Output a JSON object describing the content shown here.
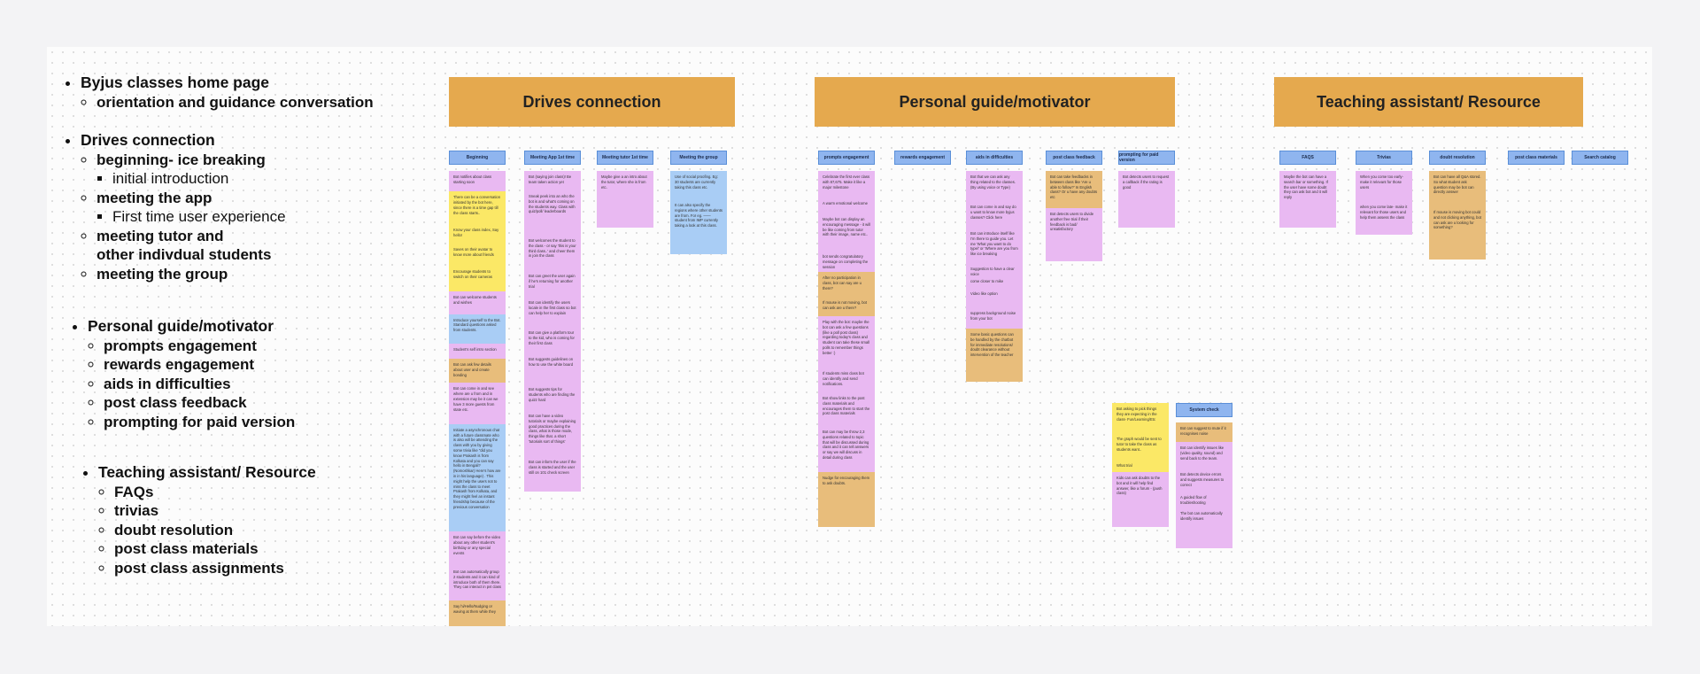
{
  "outline": {
    "s1": {
      "title": "Byjus classes home page",
      "sub": [
        "orientation and guidance conversation"
      ]
    },
    "s2": {
      "title": "Drives connection",
      "i1": "beginning- ice breaking",
      "i1a": "initial introduction",
      "i2": "meeting the app",
      "i2a": "First time user experience",
      "i3": "meeting tutor and",
      "i3b": "other indivdual students",
      "i4": "meeting the group"
    },
    "s3": {
      "title": "Personal guide/motivator",
      "items": [
        "prompts engagement",
        "rewards engagement",
        "aids in difficulties",
        "post class feedback",
        "prompting for paid version"
      ]
    },
    "s4": {
      "title": "Teaching assistant/ Resource",
      "items": [
        "FAQs",
        "trivias",
        "doubt resolution",
        "post class materials",
        "post class assignments"
      ]
    }
  },
  "banners": [
    "Drives connection",
    "Personal guide/motivator",
    "Teaching assistant/ Resource"
  ],
  "headers": [
    "Beginning",
    "Meeting App 1st time",
    "Meeting tutor 1st time",
    "Meeting the group",
    "prompts engagement",
    "rewards engagement",
    "aids in difficulties",
    "post class feedback",
    "prompting for paid version",
    "System check",
    "FAQS",
    "Trivias",
    "doubt resolution",
    "post class materials",
    "Search catalog"
  ],
  "notes": {
    "c1": [
      "Bot notifies about class starting soon",
      "There can be a conversation initiated by the bot here, since there is a time gap till the class starts..",
      "Know your class index, Say hello!",
      "Saves on their avatar to know more about friends",
      "Encourage students to switch on their cameras",
      "Bot can welcome students and wishes",
      "Introduce yourself to the Bot. Standard questions asked from students.",
      "Student's self intro section",
      "Bot can ask few details about user and create bonding",
      "Bot can come in and see where are u from and in extension may be it can we have 3 more guests from state etc.",
      "Initiate a asynchronous chat with a future classmate who is also will be attending the class with you  by giving some trivia like \"did you know Prakash is from Kolkata and you can say hello in Bengali? (Nomoshkar) Here's how are in in his language) . This might help the users not to miss the class to meet Prakash from Kolkata, and they might feel an instant friendship because of the previous conversation",
      "Bot can say before the video about any other student's birthday or any special events",
      "Bot can automatically group 2 students and it can kind of introduce both of them there. They can interact in pvt class",
      "Say hi/Hello/Nudging or waving at them while they"
    ],
    "c2": [
      "Bot (saying join class)! Be team taken action yet",
      "Sneak peek into an who the bot is and what's coming on the students way. Class with quiz/poll/ leaderboards",
      "Bot welcomes the student to the class - or say 'this is your third class..' and cheer them in join the class",
      "Bot can greet the user again if he's returning for another trial",
      "Bot can identify the users locale in the first class so bot can help her to explain",
      "Bot can give a platform tour to the kid, who is coming for their first class",
      "Bot suggests guidelines on how to use the white board",
      "Bot suggests tips for students who are finding the quizz hard",
      "Bot can have a video tutorials or maybe explaining good practices during the class, what is those mode, things like that. a short 'tutorials sort of things'",
      "Bot can inform the user if the class is started and the user still on 101 check screen"
    ],
    "c3": [
      "Maybe give a an intro about the tutor, where she is from etc."
    ],
    "c4": [
      "Use of social proofing. Eg: 30 students are currently taking this class etc.",
      "It can also specify the regions where other students are from. For eg. —— student from IMP currently taking a look at this class."
    ],
    "c5": [
      "Celebrate the first ever class with 87,675. Make it like a major milestone",
      "A warm emotional welcome",
      "Maybe bot can display an encouraging message - it will be like coming from tutor with their image, name etc..",
      "bot sends congratulatory message on completing the session",
      "After no participation in class, bot can say are u there?",
      "If mouse is not moving, bot can ask are u there?",
      "Play with the bot: maybe the bot can ask a few questions (like a poll post class) regarding today's class and student can take these small polls to remember things better :)",
      "If students miss class bot can identify and send notifications.",
      "Bot show links to the post class materials and encourages them to start the post class materials",
      "Bot can may be throw 2,3 questions related to topic that will be discussed during class and it can tell answers or say we will discuss in detail during class",
      "Nudge for encouraging them to ask doubts."
    ],
    "c7": [
      "Bot that we can ask any thing related to the classes. (By using voice or Type)",
      "Bot can come in and say do u want to know more byjus classes? Click here",
      "Bot can introduce itself like I'm there to guide you. Let me 'What you want to do type/' or 'Where are you from like ice breaking",
      "Suggestion to have a clear voice",
      "come closer to mike",
      "Video like option",
      "suppress background noise from your bot",
      "Some basic questions can be handled by the chatbot for immediate resolutions/ doubt clearance without intervention of the teacher"
    ],
    "c8": [
      "Bot can take feedbacks in between class like 'Are u able to follow?' In English class? Or u have any doubts etc",
      "Bot detects users to divide another free trial if their feedback is bad/ unsatisfactory"
    ],
    "c9": [
      "Bot detects users to request a callback if the rating is good"
    ],
    "c10": [
      "Bot asking to pick things they are expecting in the class- Fun/Learning/Etc",
      "The graph would be sent to tutor to take the class as students want..",
      "What trial",
      "Kids can ask doubts to the bot and it will help find answer, like a forum - (push class)"
    ],
    "c11": [
      "Bot can suggest to mute if it recognises noise",
      "Bot can identify issues like (video quality, sound) and send back to the team.",
      "Bot detects device errors and suggests measures to correct",
      "A guided flow of troubleshooting",
      "The bot can automatically identify issues"
    ],
    "c12": [
      "Maybe the bot can have a search bar or something. If the user have some doubt they can ask bot and it will reply"
    ],
    "c13": [
      "When you come too early- make it relevant for those users",
      "when you come late- make it relevant for those users and help them assess the class"
    ],
    "c14": [
      "Bot can have all Q&A stored. So what student ask question may be bot can directly answer",
      "If mouse is moving bot could and not clicking anything, bot can ask are u looking for something?"
    ]
  }
}
